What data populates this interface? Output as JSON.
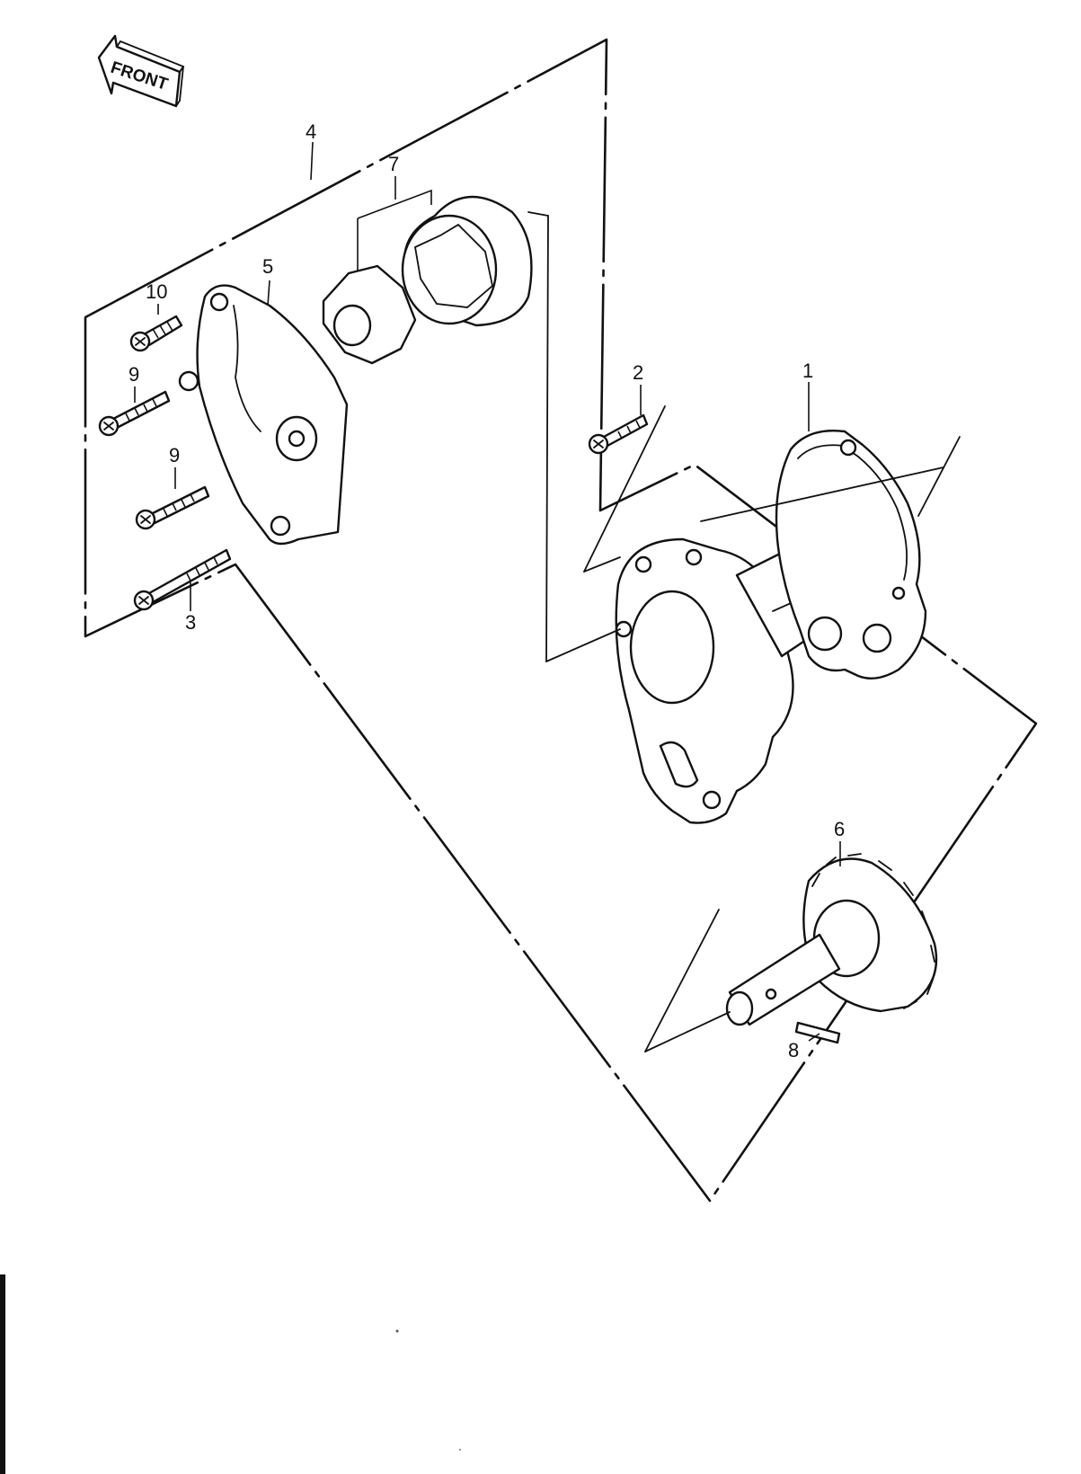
{
  "front_label": "FRONT",
  "callouts": {
    "c1": "1",
    "c2": "2",
    "c3": "3",
    "c4": "4",
    "c5": "5",
    "c6": "6",
    "c7": "7",
    "c8": "8",
    "c9a": "9",
    "c9b": "9",
    "c10": "10"
  }
}
